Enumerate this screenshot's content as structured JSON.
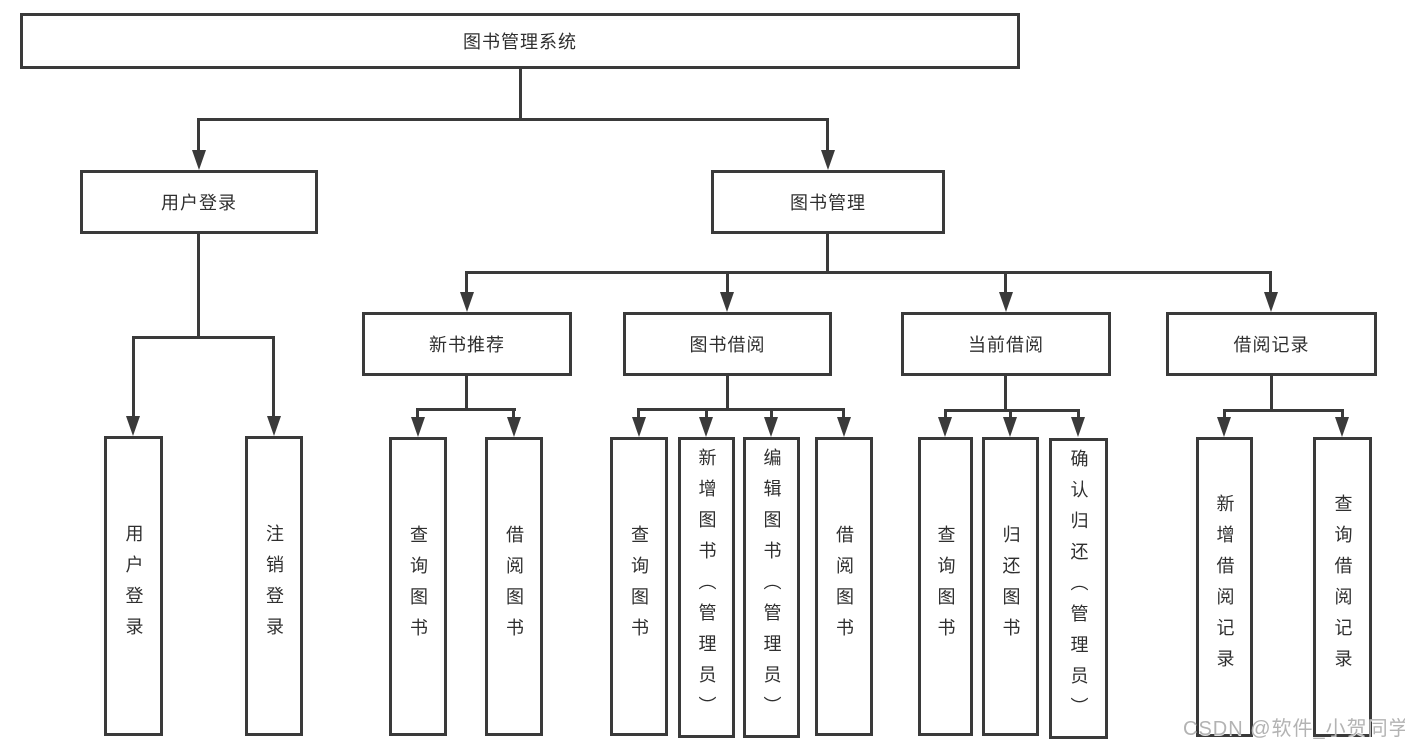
{
  "tree": {
    "root": {
      "label": "图书管理系统"
    },
    "branches": [
      {
        "label": "用户登录",
        "children": [
          {
            "label": "用户登录"
          },
          {
            "label": "注销登录"
          }
        ]
      },
      {
        "label": "图书管理",
        "children": [
          {
            "label": "新书推荐",
            "children": [
              {
                "label": "查询图书"
              },
              {
                "label": "借阅图书"
              }
            ]
          },
          {
            "label": "图书借阅",
            "children": [
              {
                "label": "查询图书"
              },
              {
                "label": "新增图书（管理员）"
              },
              {
                "label": "编辑图书（管理员）"
              },
              {
                "label": "借阅图书"
              }
            ]
          },
          {
            "label": "当前借阅",
            "children": [
              {
                "label": "查询图书"
              },
              {
                "label": "归还图书"
              },
              {
                "label": "确认归还（管理员）"
              }
            ]
          },
          {
            "label": "借阅记录",
            "children": [
              {
                "label": "新增借阅记录"
              },
              {
                "label": "查询借阅记录"
              }
            ]
          }
        ]
      }
    ]
  },
  "colors": {
    "line": "#3a3a3a",
    "text": "#2f2f2f",
    "watermark": "#b3b3b3",
    "background": "#ffffff"
  },
  "watermark": {
    "text": "CSDN @软件_小贺同学"
  }
}
